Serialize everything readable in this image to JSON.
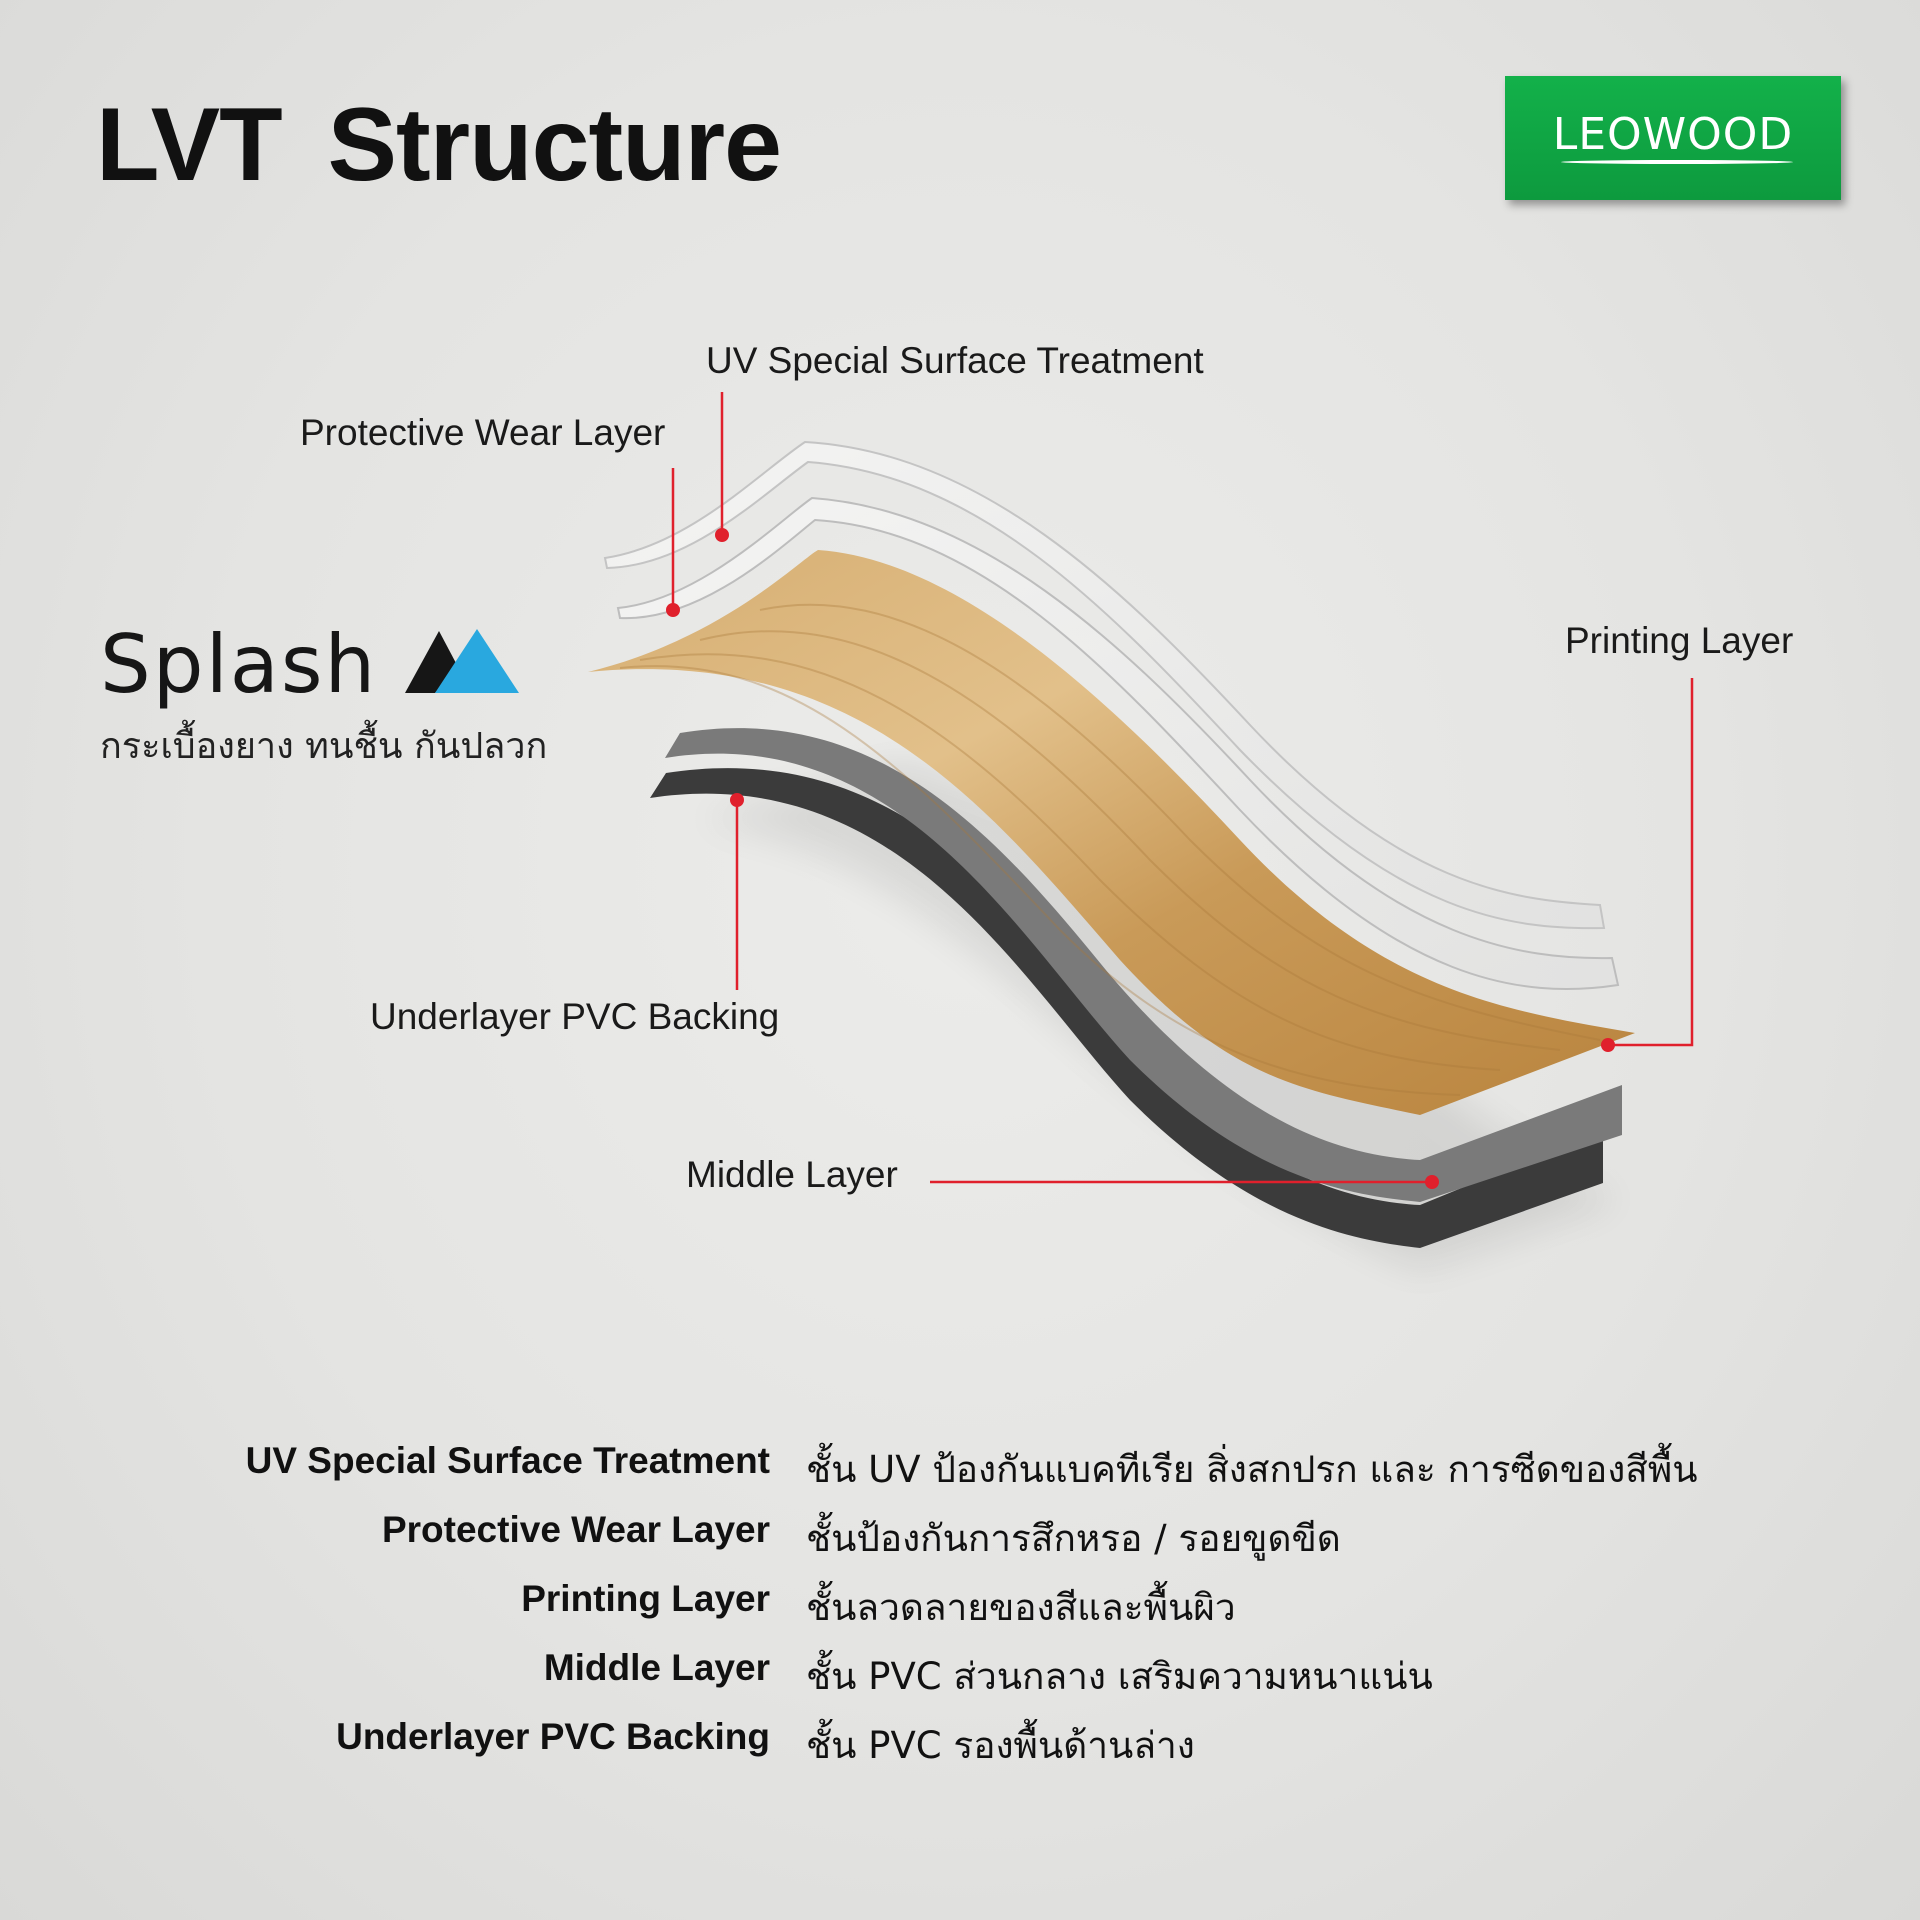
{
  "title": "LVT Structure",
  "logo": {
    "text": "LEOWOOD",
    "background": "#0fa744"
  },
  "brand": {
    "name": "Splash",
    "tagline": "กระเบื้องยาง ทนชื้น กันปลวก",
    "icon": "splash-mountain-icon",
    "accent": "#29a8df"
  },
  "callouts": {
    "uv": "UV Special Surface Treatment",
    "wear": "Protective Wear Layer",
    "printing": "Printing Layer",
    "underlayer": "Underlayer PVC Backing",
    "middle": "Middle Layer",
    "line_color": "#e0202c"
  },
  "legend": [
    {
      "term": "UV Special Surface Treatment",
      "desc": "ชั้น UV ป้องกันแบคทีเรีย สิ่งสกปรก และ การซีดของสีพื้น"
    },
    {
      "term": "Protective Wear Layer",
      "desc": "ชั้นป้องกันการสึกหรอ / รอยขูดขีด"
    },
    {
      "term": "Printing Layer",
      "desc": "ชั้นลวดลายของสีและพื้นผิว"
    },
    {
      "term": "Middle Layer",
      "desc": "ชั้น PVC ส่วนกลาง เสริมความหนาแน่น"
    },
    {
      "term": "Underlayer PVC Backing",
      "desc": "ชั้น PVC รองพื้นด้านล่าง"
    }
  ]
}
